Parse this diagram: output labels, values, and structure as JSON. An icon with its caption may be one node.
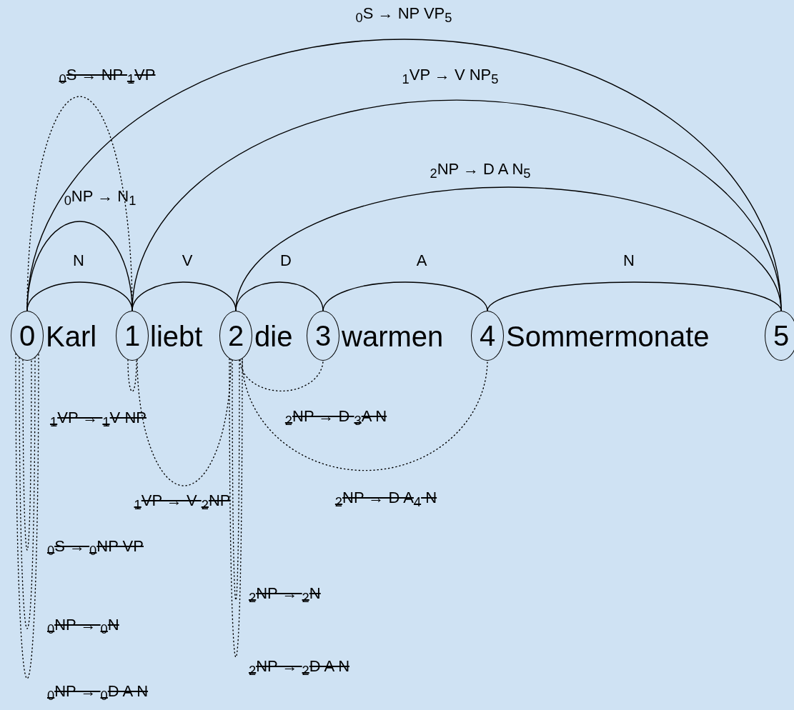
{
  "diagram": {
    "nodes": [
      {
        "text": [
          "0"
        ]
      },
      {
        "text": [
          "1"
        ]
      },
      {
        "text": [
          "2"
        ]
      },
      {
        "text": [
          "3"
        ]
      },
      {
        "text": [
          "4"
        ]
      },
      {
        "text": [
          "5"
        ]
      }
    ],
    "edges": [
      {
        "from": 0,
        "to": 1,
        "arrow": "none",
        "label": "N"
      },
      {
        "from": 1,
        "to": 2,
        "arrow": "none",
        "label": "V"
      },
      {
        "from": 2,
        "to": 3,
        "arrow": "none",
        "label": "D"
      },
      {
        "from": 3,
        "to": 4,
        "arrow": "none",
        "label": "A"
      },
      {
        "from": 4,
        "to": 5,
        "arrow": "none",
        "label": "N"
      },
      {
        "from": 0,
        "to": 1,
        "arrow": "none",
        "label": "$_{0}$NP → N$_{1}$"
      },
      {
        "from": 1,
        "to": 5,
        "arrow": "none",
        "label": "$_{1}$VP → V NP$_{5}$"
      },
      {
        "from": 2,
        "to": 5,
        "arrow": "none",
        "label": "$_{2}$NP → D A N$_{5}$"
      },
      {
        "from": 0,
        "to": 5,
        "arrow": "none",
        "label": "$_{0}$S → NP VP$_{5}$"
      },
      {
        "from": 0,
        "to": 1,
        "arrow": "none",
        "style": "dashed",
        "label": "$_{0}$S → NP $_{1}$VP"
      },
      {
        "from": 1,
        "to": 1,
        "arrow": "none",
        "style": "dashed",
        "label": "$_{1}$VP → $_{1}$V NP"
      },
      {
        "from": 1,
        "to": 2,
        "arrow": "none",
        "style": "dashed",
        "label": "$_{1}$VP → V $_{2}$NP"
      },
      {
        "from": 2,
        "to": 3,
        "arrow": "none",
        "style": "dashed",
        "label": "$_{2}$NP → D $_{3}$A N"
      },
      {
        "from": 2,
        "to": 4,
        "arrow": "none",
        "style": "dashed",
        "label": "$_{2}$NP → D A$_{4}$ N"
      },
      {
        "from": 0,
        "to": 0,
        "arrow": "none",
        "style": "dashed",
        "label": "$_{0}$S → $_{0}$NP VP"
      },
      {
        "from": 0,
        "to": 0,
        "arrow": "none",
        "style": "dashed",
        "label": "$_{0}$NP → $_{0}$N"
      },
      {
        "from": 0,
        "to": 0,
        "arrow": "none",
        "style": "dashed",
        "label": "$_{0}$NP → $_{0}$D A N"
      },
      {
        "from": 2,
        "to": 2,
        "arrow": "none",
        "style": "dashed",
        "label": "$_{2}$NP → $_{2}$N"
      },
      {
        "from": 2,
        "to": 2,
        "arrow": "none",
        "style": "dashed",
        "label": "$_{2}$NP → $_{2}$D A N"
      }
    ],
    "labels": [
      "Karl",
      "liebt",
      "die",
      "warmen",
      "Sommermonate"
    ]
  }
}
